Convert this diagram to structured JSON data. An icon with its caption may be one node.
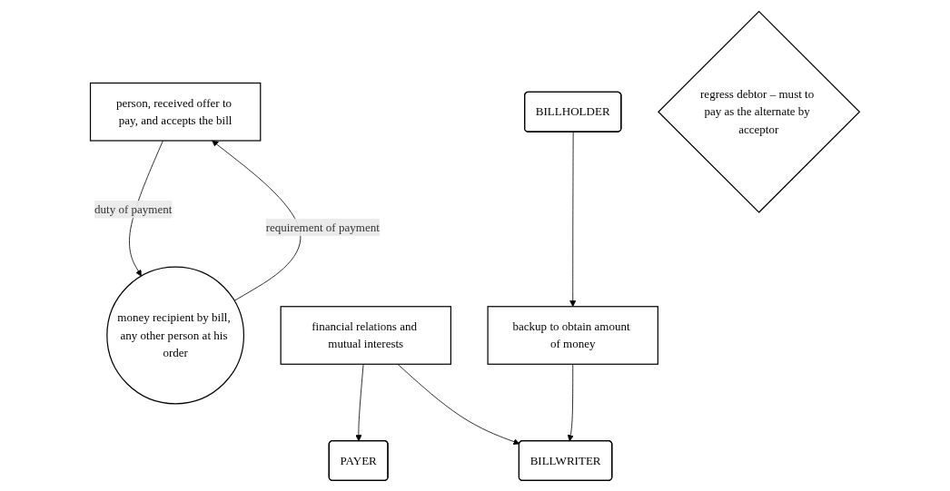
{
  "diagram": {
    "nodes": [
      {
        "text": [
          "person, received offer to pay, and accepts the bill"
        ]
      },
      {
        "text": [
          "PAYER"
        ]
      },
      {
        "text": [
          "money recipient by bill, any other person at his order"
        ]
      },
      {
        "text": [
          "BILLHOLDER"
        ]
      },
      {
        "text": [
          "regress debtor – must to pay as the alternate by acceptor"
        ]
      },
      {
        "text": [
          "financial relations and mutual interests"
        ]
      },
      {
        "text": [
          "BILLWRITER"
        ]
      },
      {
        "text": [
          "backup to obtain amount of money"
        ]
      }
    ],
    "edges": [
      {
        "from": 0,
        "to": 2,
        "arrow": "to",
        "label": "duty of payment"
      },
      {
        "from": 2,
        "to": 0,
        "arrow": "to",
        "label": "requirement of payment"
      },
      {
        "from": 5,
        "to": 1,
        "arrow": "to"
      },
      {
        "from": 5,
        "to": 6,
        "arrow": "to"
      },
      {
        "from": 3,
        "to": 7,
        "arrow": "to"
      },
      {
        "from": 7,
        "to": 6,
        "arrow": "to"
      }
    ]
  }
}
